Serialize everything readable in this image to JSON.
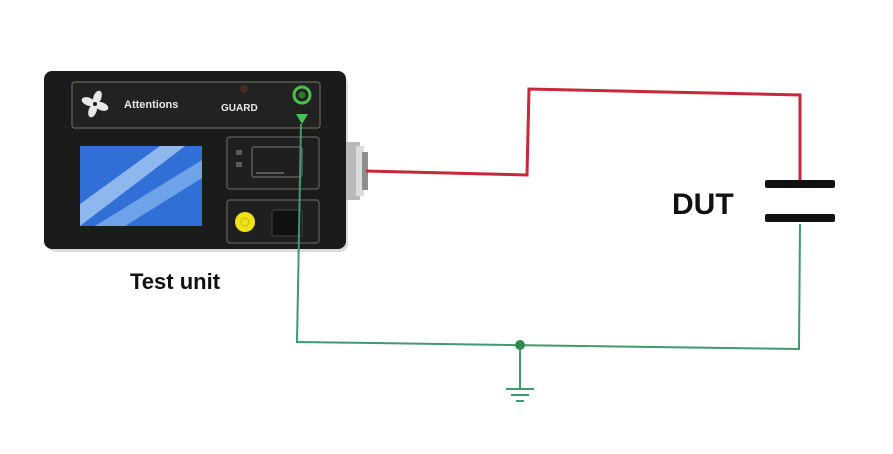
{
  "device": {
    "brand": "Attentions",
    "guard_label": "GUARD",
    "caption": "Test unit"
  },
  "component": {
    "label": "DUT",
    "symbol": "capacitor"
  },
  "colors": {
    "signal_wire": "#c8283a",
    "ground_wire": "#3f9a6e",
    "device_body": "#1b1b1b",
    "screen": "#2f6fd6",
    "indicator": "#f2e21a",
    "guard_terminal": "#4cc04c"
  },
  "icons": [
    "fan-logo-icon",
    "ground-symbol-icon"
  ]
}
